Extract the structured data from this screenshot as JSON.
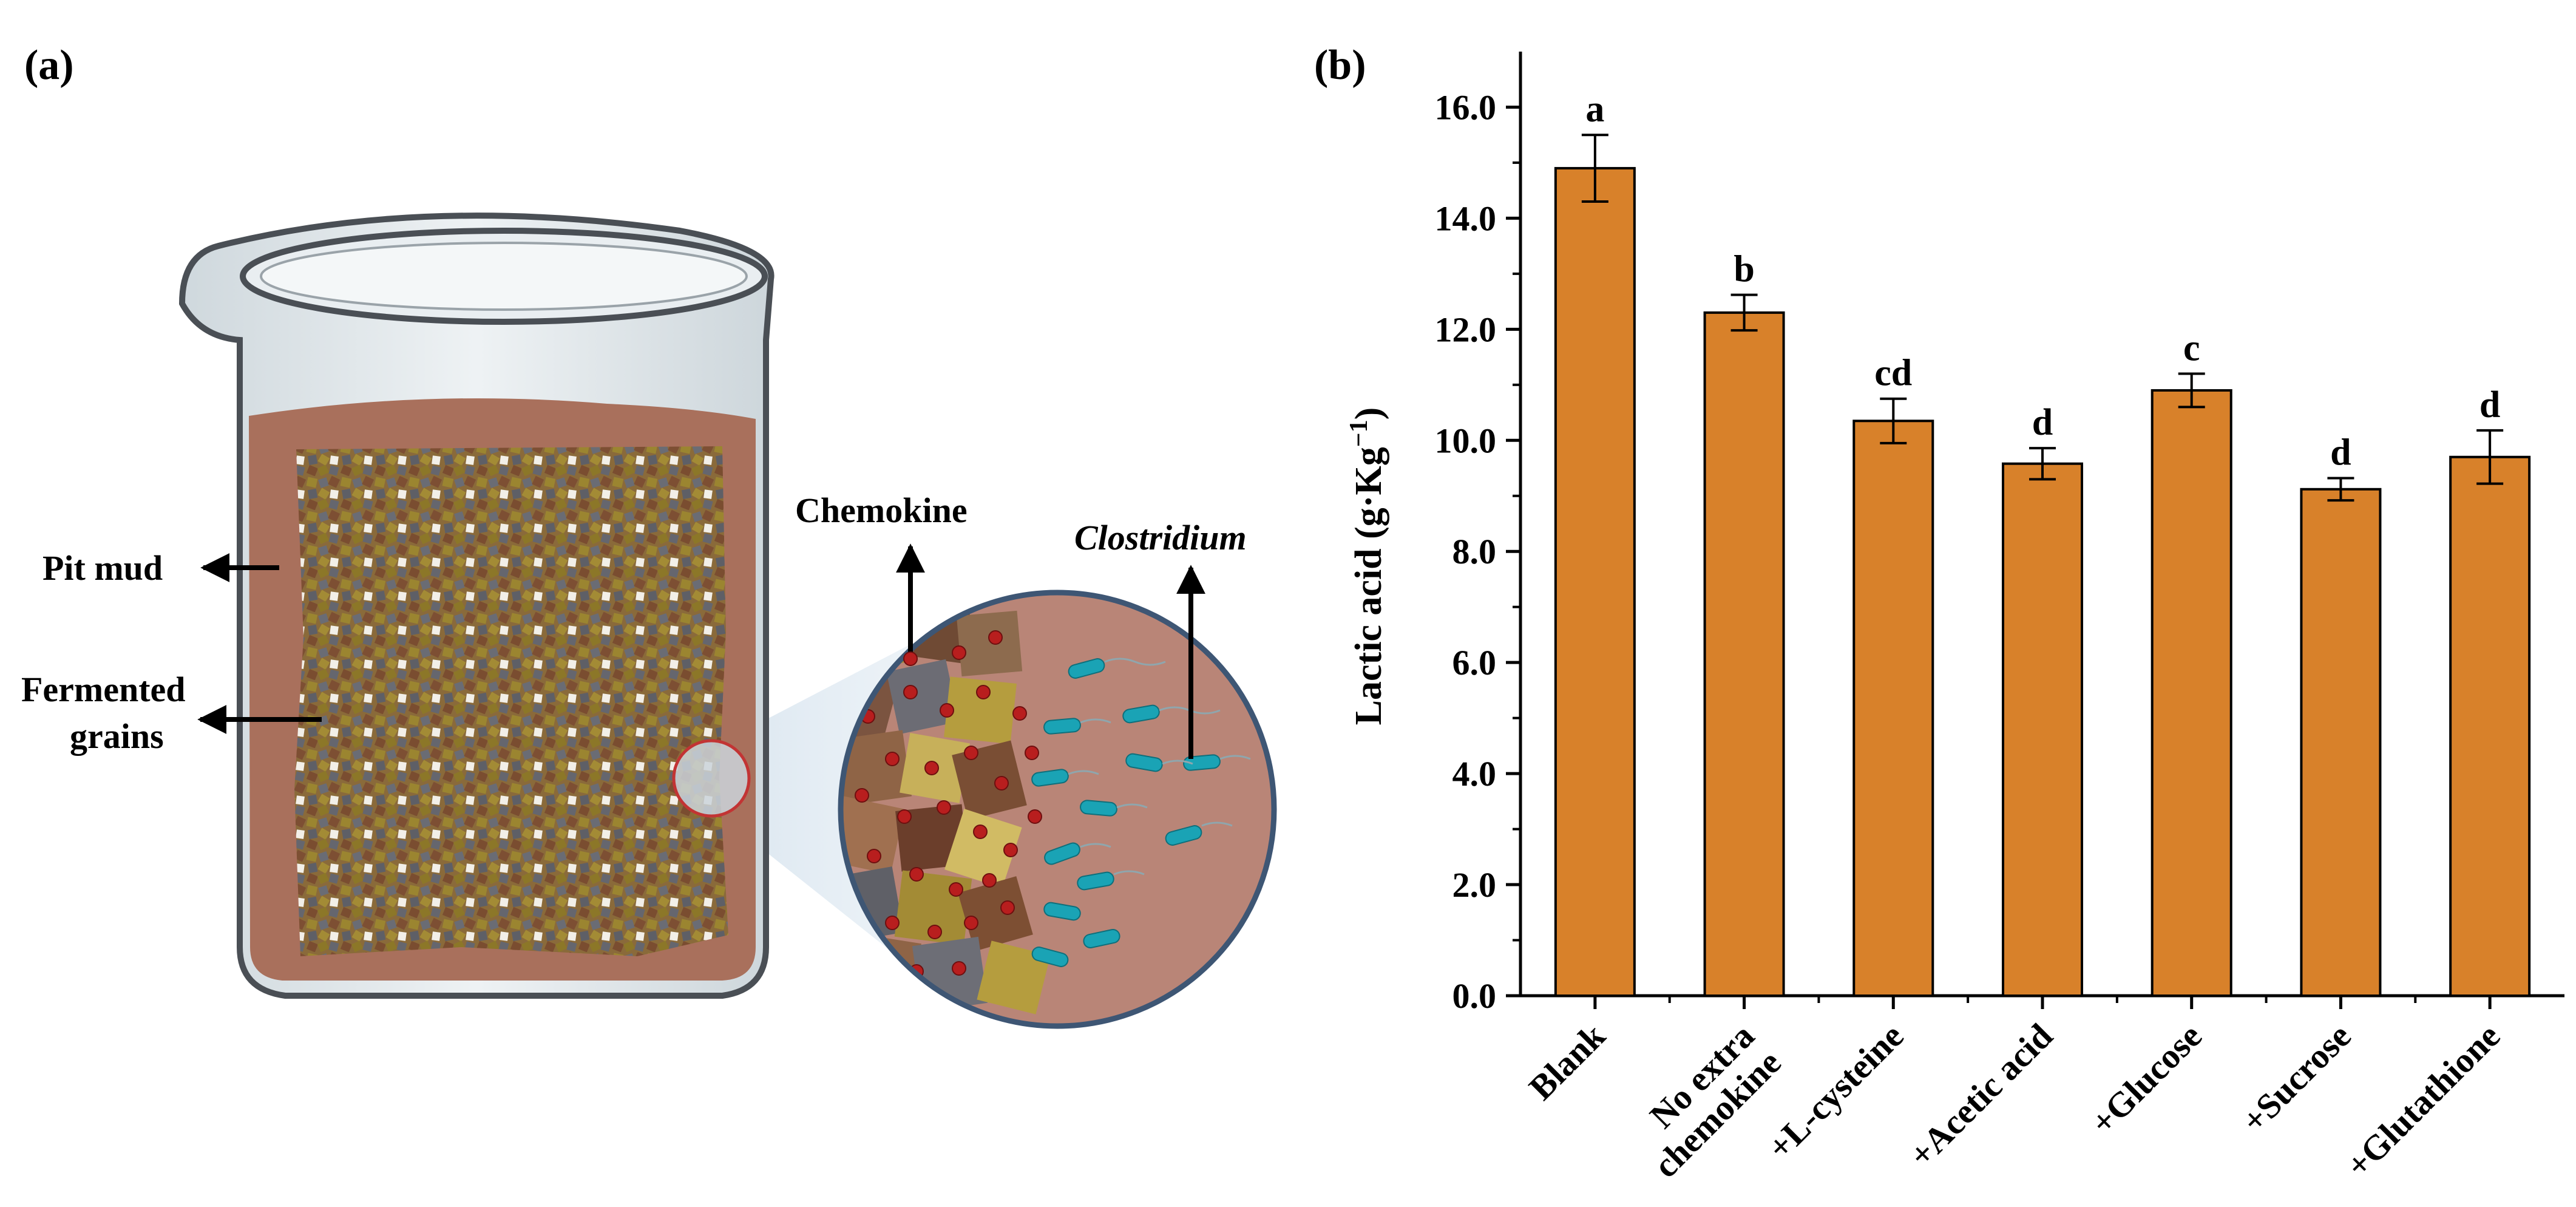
{
  "panel_a": {
    "label": "(a)",
    "labels": {
      "pit_mud": "Pit mud",
      "fermented_line1": "Fermented",
      "fermented_line2": "grains",
      "chemokine": "Chemokine",
      "clostridium": "Clostridium"
    },
    "colors": {
      "pit_mud": "#a9705c",
      "grain_gold": "#8f7a2c",
      "grain_brown": "#7a4e34",
      "grain_gray": "#6f6f78",
      "chemokine_dot": "#b81e1e",
      "clostridium": "#1aa3b5",
      "glass": "#dfe6ea"
    },
    "icons": [
      "beaker-icon",
      "magnifier-circle-icon",
      "bacterium-icon",
      "chemokine-dot-icon"
    ]
  },
  "panel_b": {
    "label": "(b)"
  },
  "chart_data": {
    "type": "bar",
    "title": "",
    "xlabel": "",
    "ylabel_main": "Lactic acid (g·Kg",
    "ylabel_sup": "−1",
    "ylabel_close": ")",
    "ylim": [
      0,
      17
    ],
    "yticks": [
      0.0,
      2.0,
      4.0,
      6.0,
      8.0,
      10.0,
      12.0,
      14.0,
      16.0
    ],
    "ytick_labels": [
      "0.0",
      "2.0",
      "4.0",
      "6.0",
      "8.0",
      "10.0",
      "12.0",
      "14.0",
      "16.0"
    ],
    "categories": [
      [
        "Blank"
      ],
      [
        "No extra",
        "chemokine"
      ],
      [
        "+L-cysteine"
      ],
      [
        "+Acetic acid"
      ],
      [
        "+Glucose"
      ],
      [
        "+Sucrose"
      ],
      [
        "+Glutathione"
      ]
    ],
    "values": [
      14.9,
      12.3,
      10.35,
      9.58,
      10.9,
      9.12,
      9.7
    ],
    "errors": [
      0.6,
      0.32,
      0.4,
      0.28,
      0.3,
      0.2,
      0.48
    ],
    "significance": [
      "a",
      "b",
      "cd",
      "d",
      "c",
      "d",
      "d"
    ],
    "bar_color": "#d8812a",
    "grid": false,
    "legend": "none"
  }
}
